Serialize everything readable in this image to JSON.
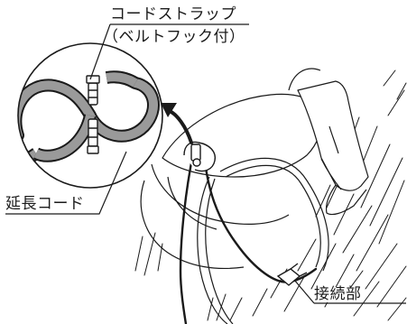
{
  "labels": {
    "cord_strap": "コードストラップ",
    "cord_strap_note": "（ベルトフック付）",
    "extension_cord": "延長コード",
    "connection": "接続部"
  },
  "colors": {
    "ink": "#1a1a1a",
    "cord_fill": "#9a9a9a",
    "paper": "#ffffff"
  }
}
